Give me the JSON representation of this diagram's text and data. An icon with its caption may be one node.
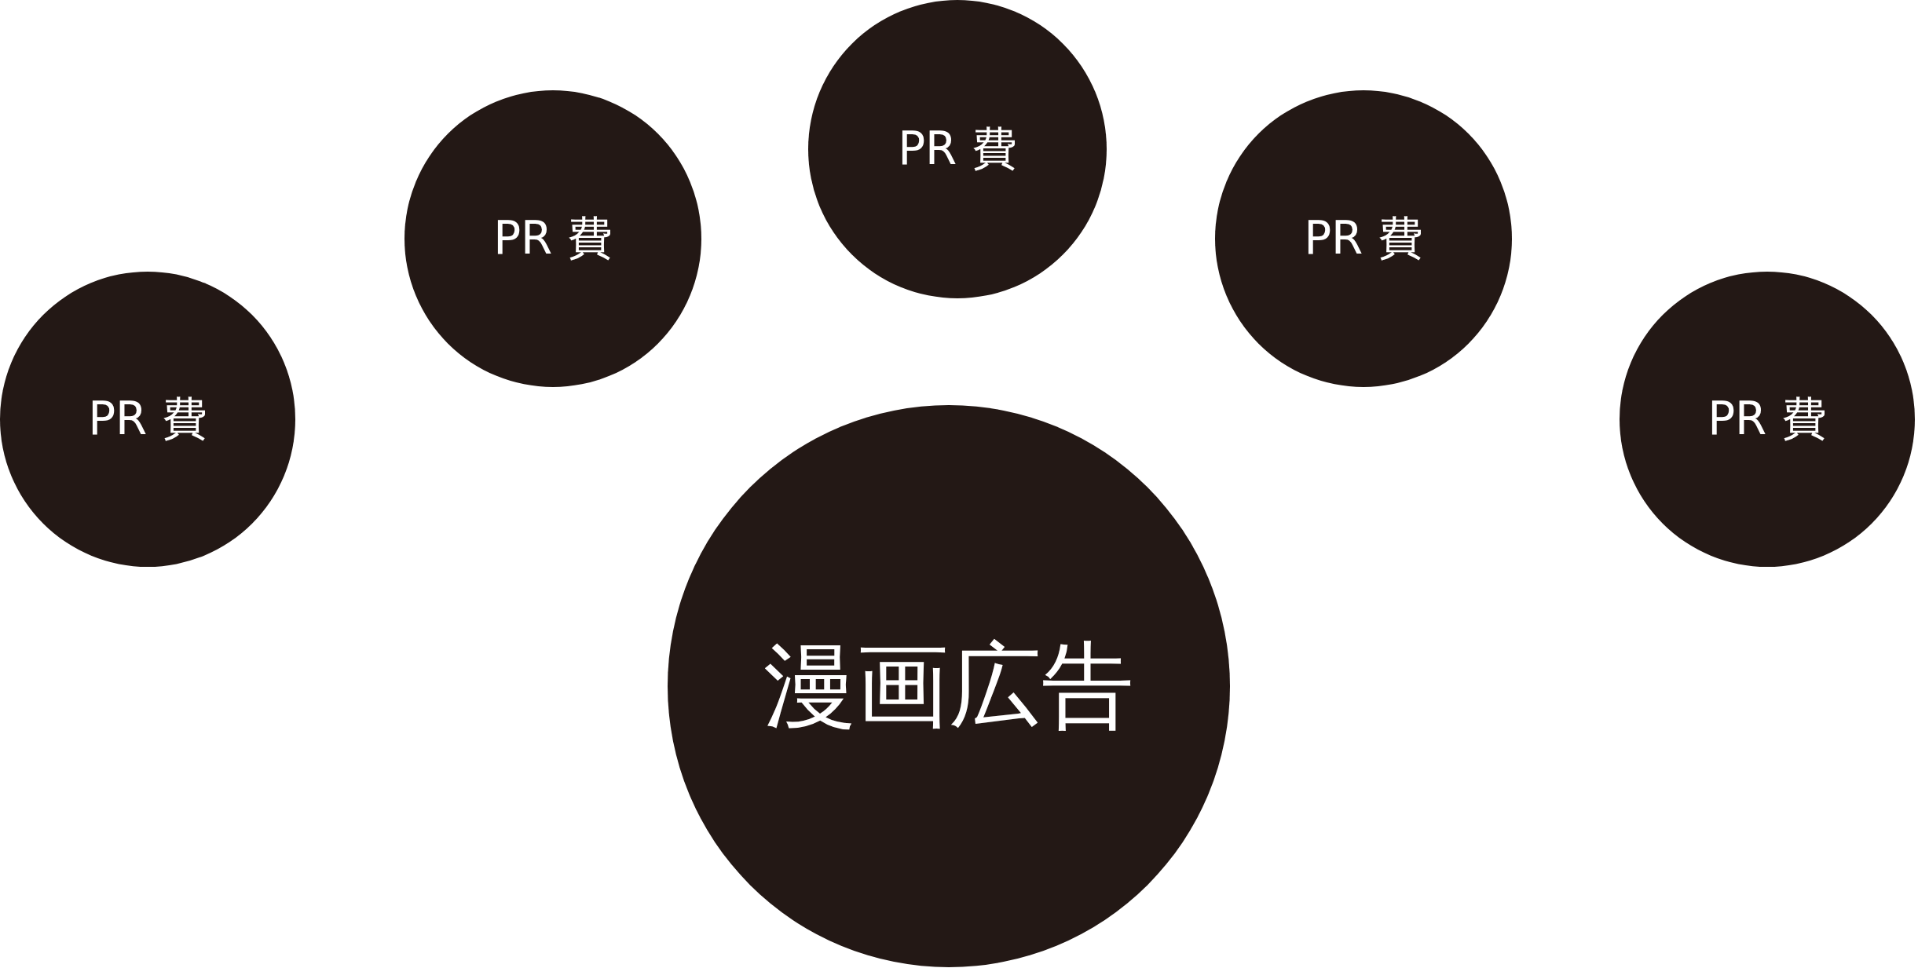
{
  "diagram": {
    "nodes": [
      {
        "text": [
          "PR 費"
        ]
      },
      {
        "text": [
          "PR 費"
        ]
      },
      {
        "text": [
          "PR 費"
        ]
      },
      {
        "text": [
          "PR 費"
        ]
      },
      {
        "text": [
          "PR 費"
        ]
      },
      {
        "text": [
          "漫画広告"
        ]
      }
    ]
  }
}
